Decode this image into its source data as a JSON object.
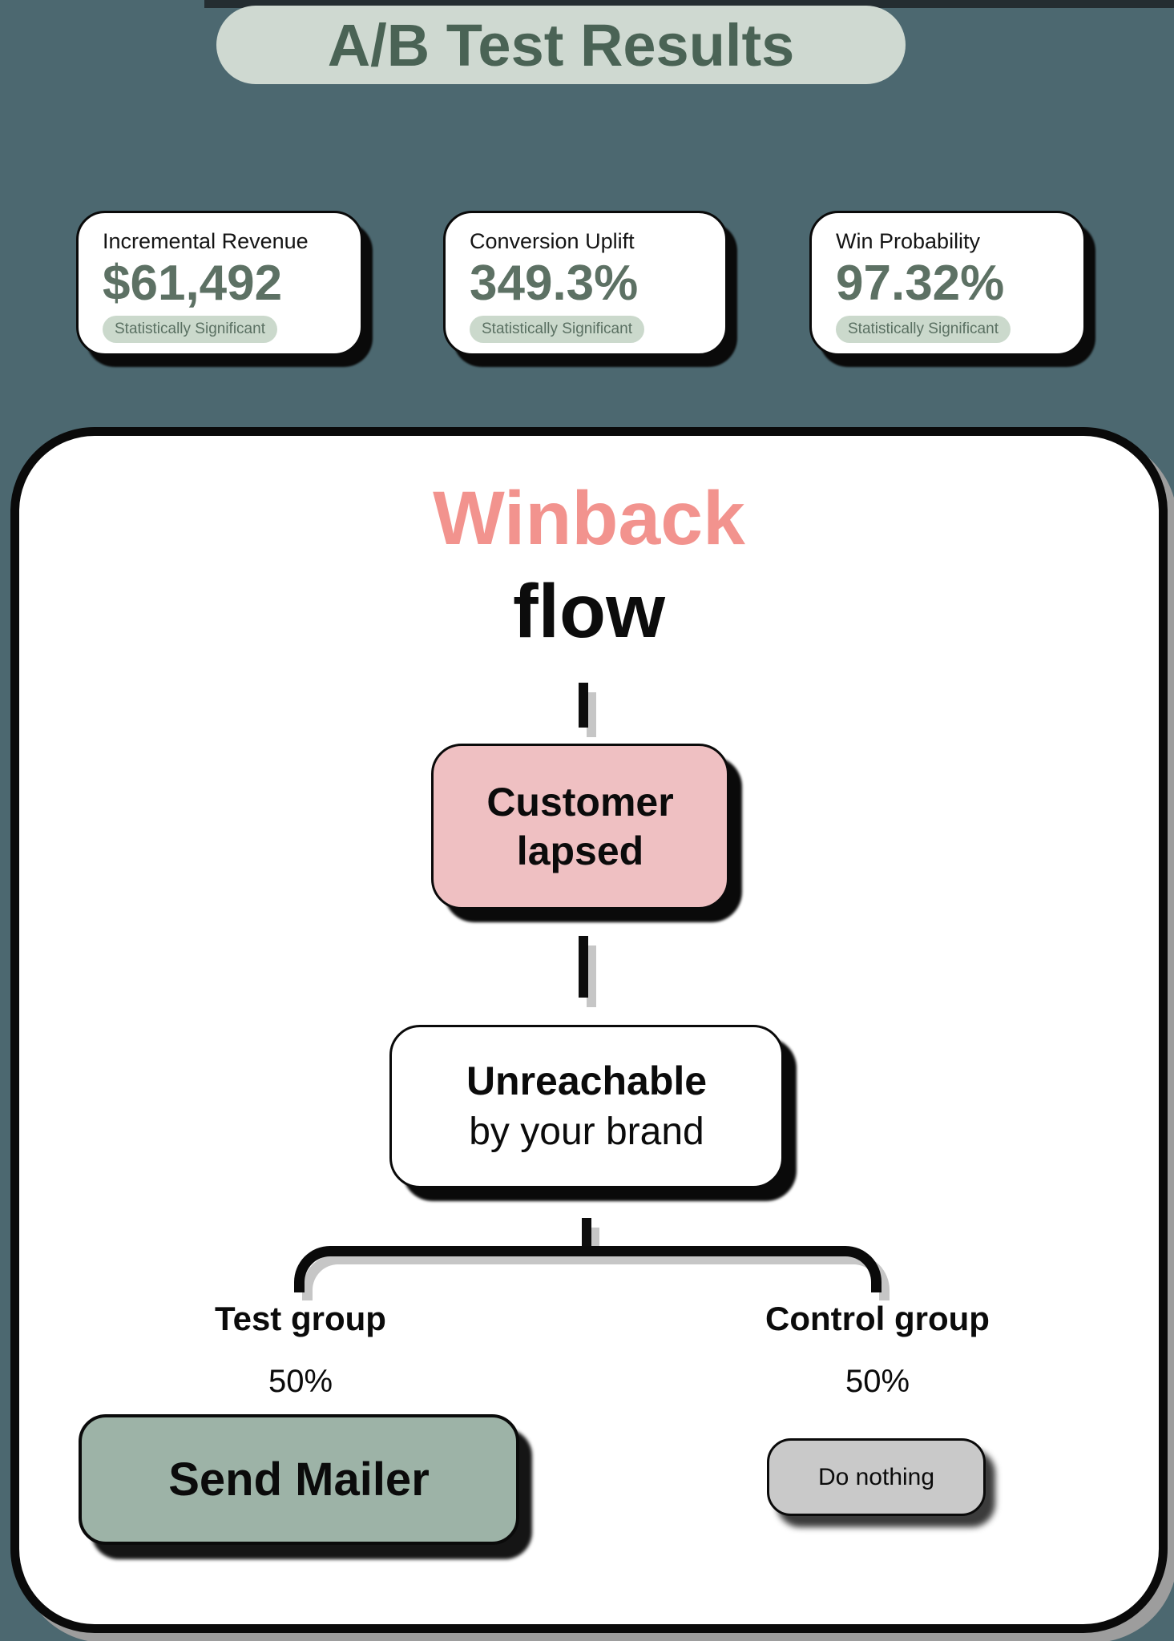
{
  "page_title": "A/B Test Results",
  "colors": {
    "background": "#4c6870",
    "title_pill_bg": "#cfd9d1",
    "title_text": "#4a6355",
    "stat_value": "#5d7164",
    "badge_bg": "#cbd9cc",
    "badge_text": "#5a7062",
    "accent_pink": "#f2938e",
    "trigger_node_bg": "#efc0c2",
    "send_mailer_bg": "#9db3a7",
    "do_nothing_bg": "#c9c9c9",
    "panel_shadow": "#9d9d9d",
    "ink": "#0a0a0a"
  },
  "stats": [
    {
      "label": "Incremental Revenue",
      "value": "$61,492",
      "badge": "Statistically Significant"
    },
    {
      "label": "Conversion Uplift",
      "value": "349.3%",
      "badge": "Statistically Significant"
    },
    {
      "label": "Win Probability",
      "value": "97.32%",
      "badge": "Statistically Significant"
    }
  ],
  "flow": {
    "title_accent": "Winback",
    "title_rest": "flow",
    "nodes": {
      "trigger": {
        "line1": "Customer",
        "line2": "lapsed"
      },
      "condition": {
        "line1": "Unreachable",
        "line2": "by your brand"
      }
    },
    "branches": {
      "test": {
        "label": "Test group",
        "split": "50%",
        "action": "Send Mailer"
      },
      "control": {
        "label": "Control group",
        "split": "50%",
        "action": "Do nothing"
      }
    }
  }
}
